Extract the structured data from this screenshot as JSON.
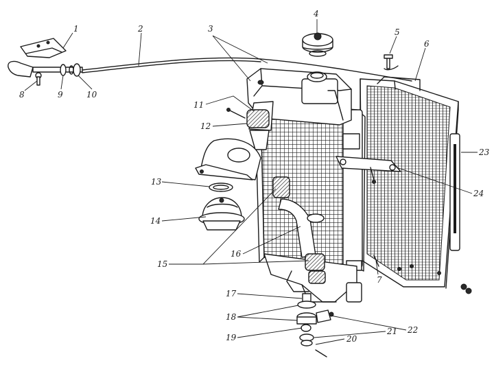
{
  "callouts": [
    {
      "id": "1",
      "text": "1"
    },
    {
      "id": "2",
      "text": "2"
    },
    {
      "id": "3",
      "text": "3"
    },
    {
      "id": "4",
      "text": "4"
    },
    {
      "id": "5",
      "text": "5"
    },
    {
      "id": "6",
      "text": "6"
    },
    {
      "id": "7",
      "text": "7"
    },
    {
      "id": "8",
      "text": "8"
    },
    {
      "id": "9",
      "text": "9"
    },
    {
      "id": "10",
      "text": "10"
    },
    {
      "id": "11",
      "text": "11"
    },
    {
      "id": "12",
      "text": "12"
    },
    {
      "id": "13",
      "text": "13"
    },
    {
      "id": "14",
      "text": "14"
    },
    {
      "id": "15",
      "text": "15"
    },
    {
      "id": "16",
      "text": "16"
    },
    {
      "id": "17",
      "text": "17"
    },
    {
      "id": "18",
      "text": "18"
    },
    {
      "id": "19",
      "text": "19"
    },
    {
      "id": "20",
      "text": "20"
    },
    {
      "id": "21",
      "text": "21"
    },
    {
      "id": "22",
      "text": "22"
    },
    {
      "id": "23",
      "text": "23"
    },
    {
      "id": "24",
      "text": "24"
    }
  ],
  "colors": {
    "ink": "#1a1a1a",
    "paper": "#ffffff"
  }
}
